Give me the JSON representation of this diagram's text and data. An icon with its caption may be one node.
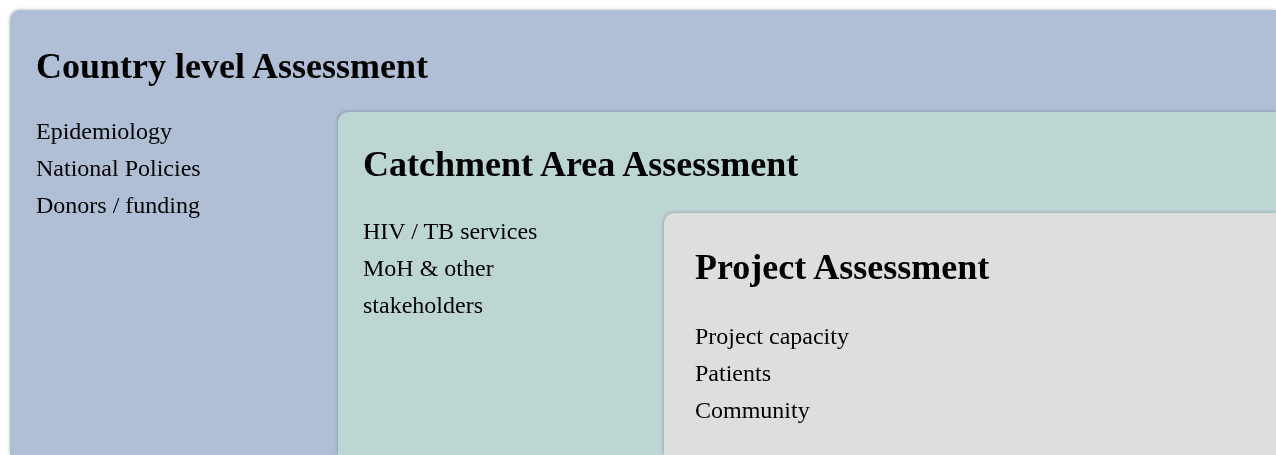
{
  "diagram": {
    "nodes": [
      {
        "text": [
          "Country level Assessment",
          "Epidemiology",
          "National Policies",
          "Donors / funding"
        ]
      },
      {
        "text": [
          "Catchment Area Assessment",
          "HIV / TB services",
          "MoH & other stakeholders"
        ],
        "in": 0
      },
      {
        "text": [
          "Project Assessment",
          "Project capacity",
          "Patients",
          "Community"
        ],
        "in": 1
      }
    ]
  }
}
